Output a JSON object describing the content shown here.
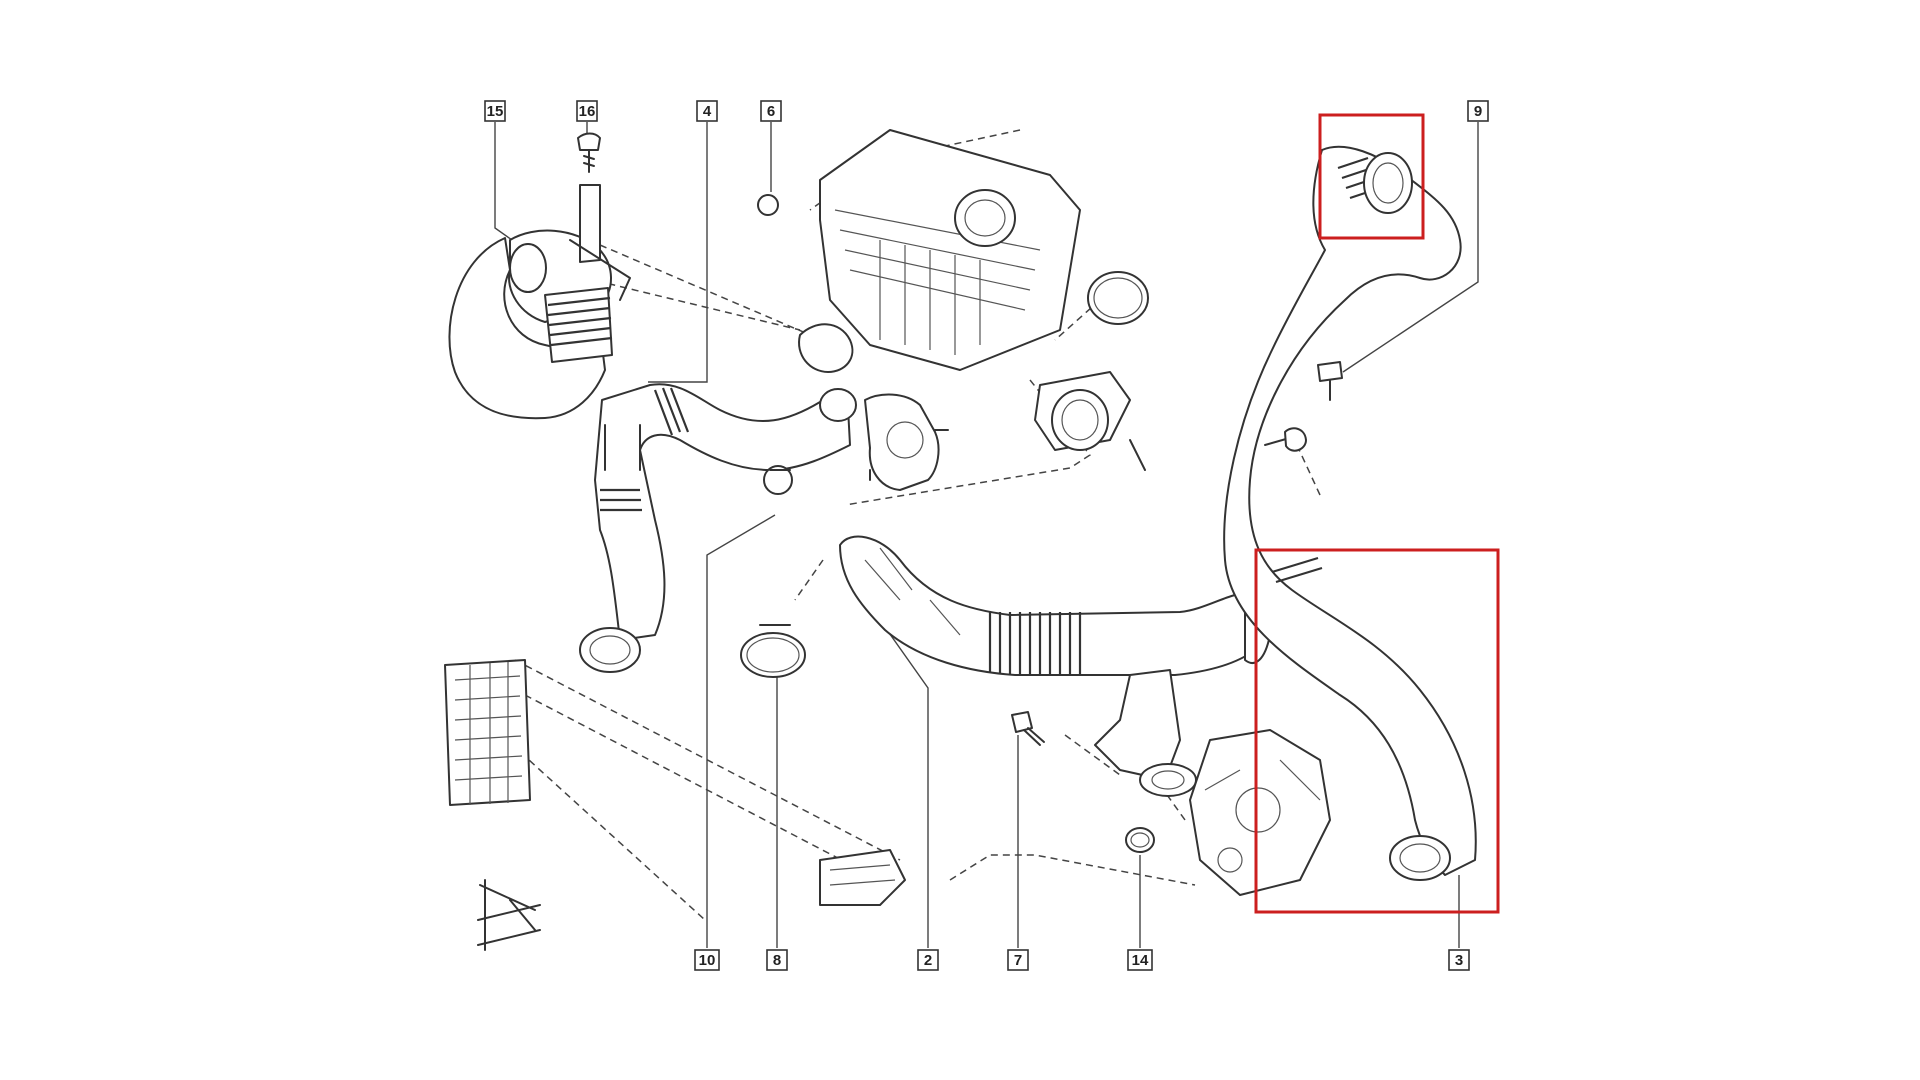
{
  "diagram": {
    "callouts": [
      {
        "id": "15",
        "label": "15"
      },
      {
        "id": "16",
        "label": "16"
      },
      {
        "id": "4",
        "label": "4"
      },
      {
        "id": "6",
        "label": "6"
      },
      {
        "id": "9",
        "label": "9"
      },
      {
        "id": "10",
        "label": "10"
      },
      {
        "id": "8",
        "label": "8"
      },
      {
        "id": "2",
        "label": "2"
      },
      {
        "id": "7",
        "label": "7"
      },
      {
        "id": "14",
        "label": "14"
      },
      {
        "id": "3",
        "label": "3"
      }
    ],
    "highlight_color": "#cc1f1f",
    "line_color": "#333333"
  }
}
